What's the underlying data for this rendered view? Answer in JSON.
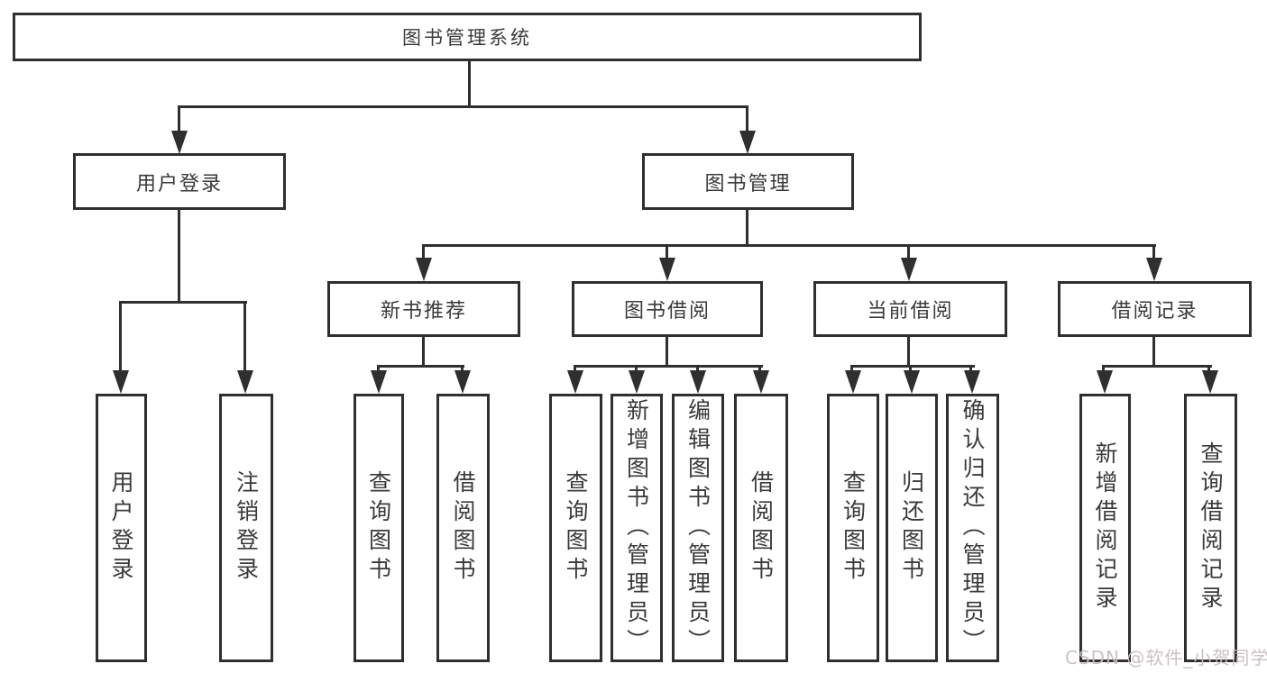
{
  "tree": {
    "root": {
      "label": "图书管理系统"
    },
    "branches": [
      {
        "label": "用户登录",
        "children": [
          {
            "label": "用户登录"
          },
          {
            "label": "注销登录"
          }
        ]
      },
      {
        "label": "图书管理",
        "children": [
          {
            "label": "新书推荐",
            "children": [
              {
                "label": "查询图书"
              },
              {
                "label": "借阅图书"
              }
            ]
          },
          {
            "label": "图书借阅",
            "children": [
              {
                "label": "查询图书"
              },
              {
                "label": "新增图书（管理员）"
              },
              {
                "label": "编辑图书（管理员）"
              },
              {
                "label": "借阅图书"
              }
            ]
          },
          {
            "label": "当前借阅",
            "children": [
              {
                "label": "查询图书"
              },
              {
                "label": "归还图书"
              },
              {
                "label": "确认归还（管理员）"
              }
            ]
          },
          {
            "label": "借阅记录",
            "children": [
              {
                "label": "新增借阅记录"
              },
              {
                "label": "查询借阅记录"
              }
            ]
          }
        ]
      }
    ]
  },
  "watermark": "CSDN @软件_小贺同学",
  "colors": {
    "line": "#2f2f2f",
    "text": "#3a3a3a",
    "background": "#ffffff",
    "watermark": "#c8bfbf"
  }
}
